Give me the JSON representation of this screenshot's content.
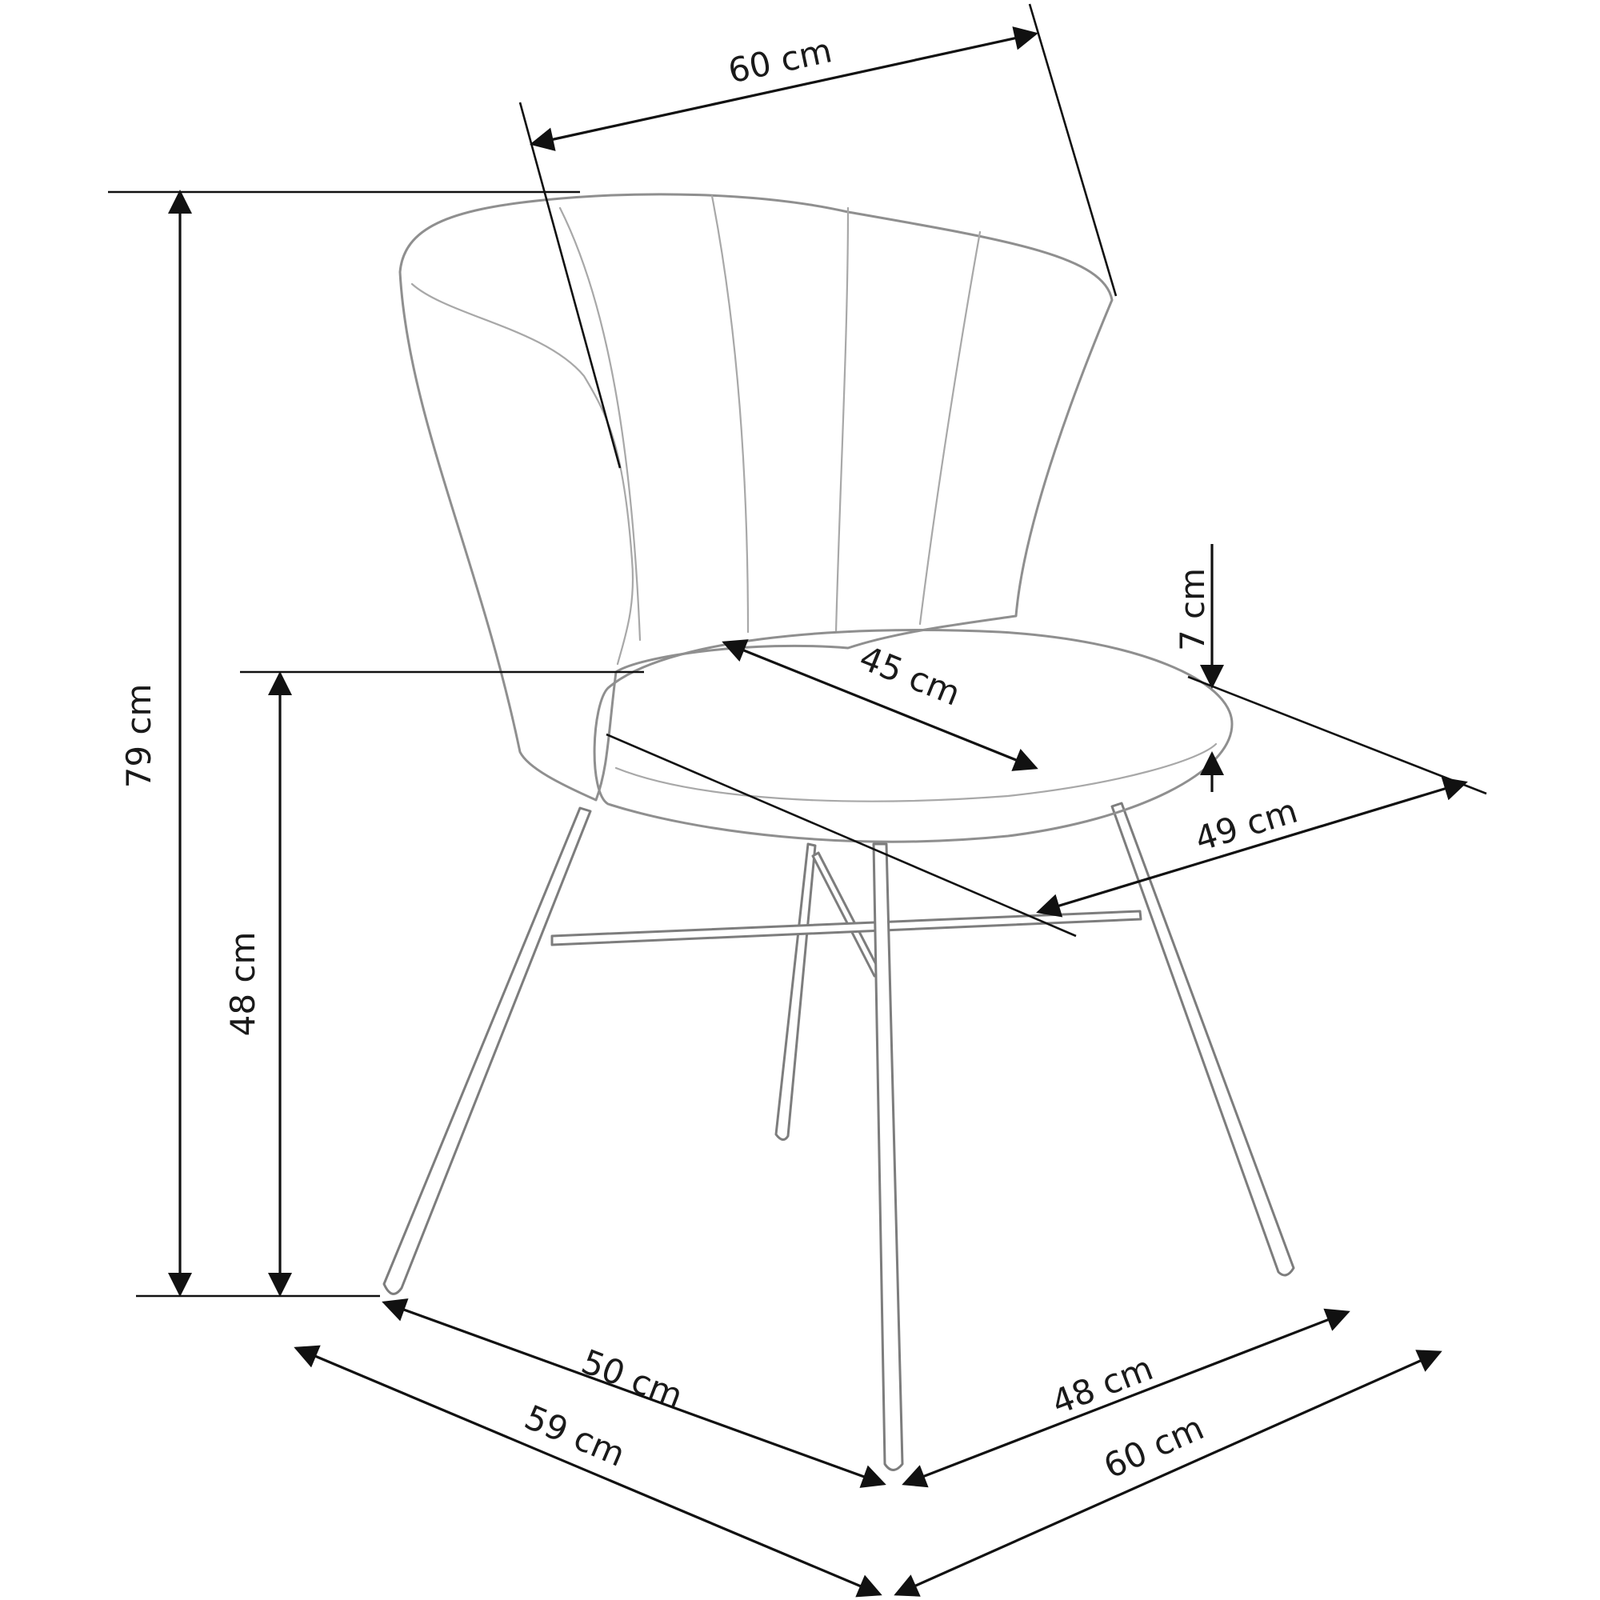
{
  "dimensions": {
    "width_top": "60 cm",
    "total_height": "79 cm",
    "seat_height": "48 cm",
    "seat_depth": "45 cm",
    "seat_thickness": "7 cm",
    "seat_width": "49 cm",
    "base_depth": "50 cm",
    "total_depth": "59 cm",
    "base_width": "48 cm",
    "total_width": "60 cm"
  },
  "colors": {
    "dimension_line": "#111111",
    "chair_outline": "#8f8f8f",
    "background": "#ffffff"
  }
}
